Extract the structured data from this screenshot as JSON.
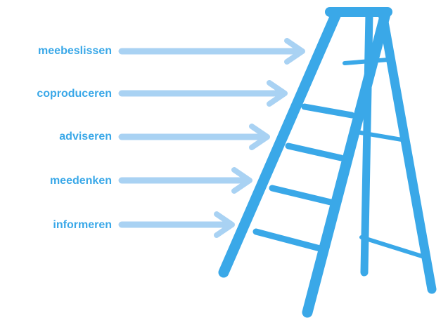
{
  "colors": {
    "label": "#3aa8e8",
    "arrow": "#a9d2f3",
    "ladder": "#3aa8e8",
    "background": "#ffffff"
  },
  "steps": [
    {
      "label": "meebeslissen"
    },
    {
      "label": "coproduceren"
    },
    {
      "label": "adviseren"
    },
    {
      "label": "meedenken"
    },
    {
      "label": "informeren"
    }
  ]
}
